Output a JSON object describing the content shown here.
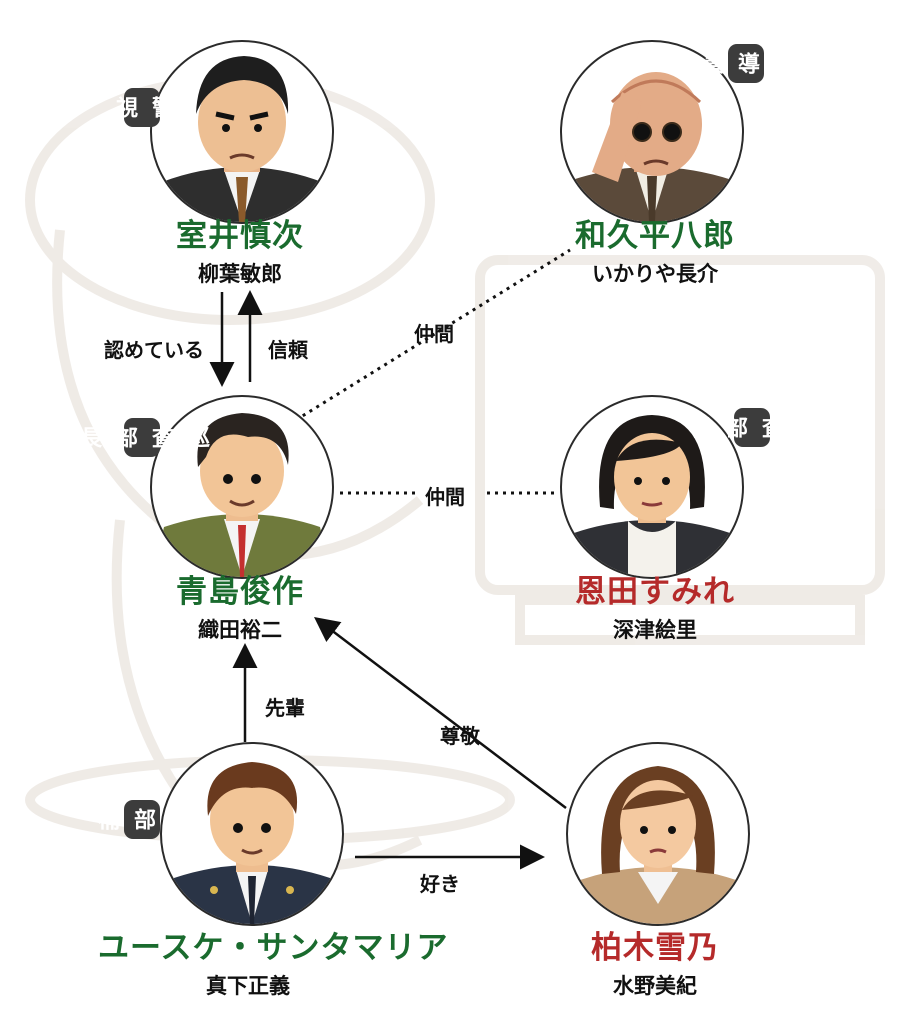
{
  "characters": {
    "muroi": {
      "badge": "警視",
      "role": "室井慎次",
      "actor": "柳葉敏郎"
    },
    "wakuhira": {
      "badge": "指導員",
      "role": "和久平八郎",
      "actor": "いかりや長介"
    },
    "aoshima": {
      "badge": "巡査部長",
      "role": "青島俊作",
      "actor": "織田裕二"
    },
    "onda": {
      "badge": "巡査部長",
      "role": "恩田すみれ",
      "actor": "深津絵里"
    },
    "mashita": {
      "badge": "警部補",
      "role": "ユースケ・サンタマリア",
      "actor": "真下正義"
    },
    "kashiwagi": {
      "badge": "",
      "role": "柏木雪乃",
      "actor": "水野美紀"
    }
  },
  "relations": {
    "muroi_to_aoshima": "認めている",
    "aoshima_to_muroi": "信頼",
    "aoshima_wakuhira": "仲間",
    "aoshima_onda": "仲間",
    "mashita_to_aoshima": "先輩",
    "kashiwagi_to_aoshima": "尊敬",
    "mashita_to_kashiwagi": "好き"
  },
  "colors": {
    "role_green": "#1a6b2e",
    "role_red": "#b52a2a",
    "badge_bg": "#3c3c3c"
  }
}
